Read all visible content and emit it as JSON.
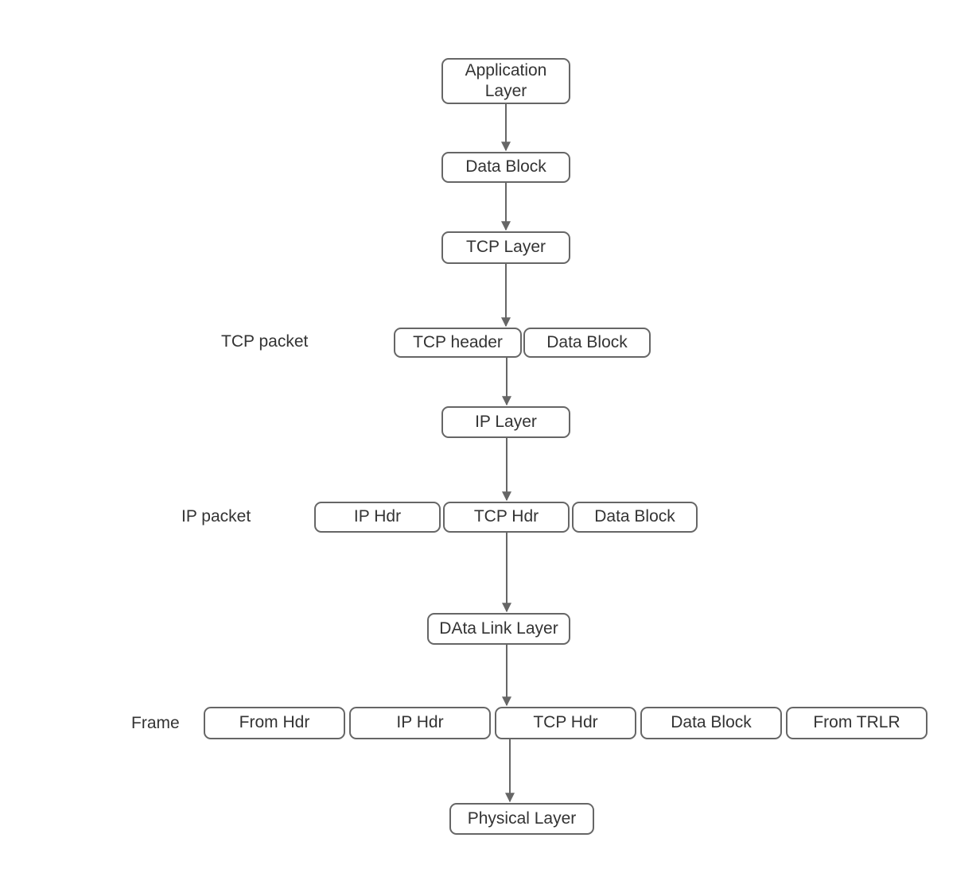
{
  "colors": {
    "background": "#ffffff",
    "node_border": "#666666",
    "node_fill": "#ffffff",
    "text": "#333333",
    "arrow": "#666666"
  },
  "nodes": {
    "application_layer": {
      "label": "Application Layer"
    },
    "data_block_1": {
      "label": "Data Block"
    },
    "tcp_layer": {
      "label": "TCP Layer"
    },
    "tcp_header": {
      "label": "TCP header"
    },
    "data_block_2": {
      "label": "Data Block"
    },
    "ip_layer": {
      "label": "IP Layer"
    },
    "ip_hdr_1": {
      "label": "IP Hdr"
    },
    "tcp_hdr_1": {
      "label": "TCP Hdr"
    },
    "data_block_3": {
      "label": "Data Block"
    },
    "data_link_layer": {
      "label": "DAta Link Layer"
    },
    "from_hdr": {
      "label": "From Hdr"
    },
    "ip_hdr_2": {
      "label": "IP Hdr"
    },
    "tcp_hdr_2": {
      "label": "TCP Hdr"
    },
    "data_block_4": {
      "label": "Data Block"
    },
    "from_trlr": {
      "label": "From TRLR"
    },
    "physical_layer": {
      "label": "Physical Layer"
    }
  },
  "row_labels": {
    "tcp_packet": "TCP packet",
    "ip_packet": "IP packet",
    "frame": "Frame"
  },
  "edges": [
    {
      "from": "application_layer",
      "to": "data_block_1"
    },
    {
      "from": "data_block_1",
      "to": "tcp_layer"
    },
    {
      "from": "tcp_layer",
      "to": "tcp_packet_row"
    },
    {
      "from": "tcp_packet_row",
      "to": "ip_layer"
    },
    {
      "from": "ip_layer",
      "to": "ip_packet_row"
    },
    {
      "from": "ip_packet_row",
      "to": "data_link_layer"
    },
    {
      "from": "data_link_layer",
      "to": "frame_row"
    },
    {
      "from": "frame_row",
      "to": "physical_layer"
    }
  ]
}
